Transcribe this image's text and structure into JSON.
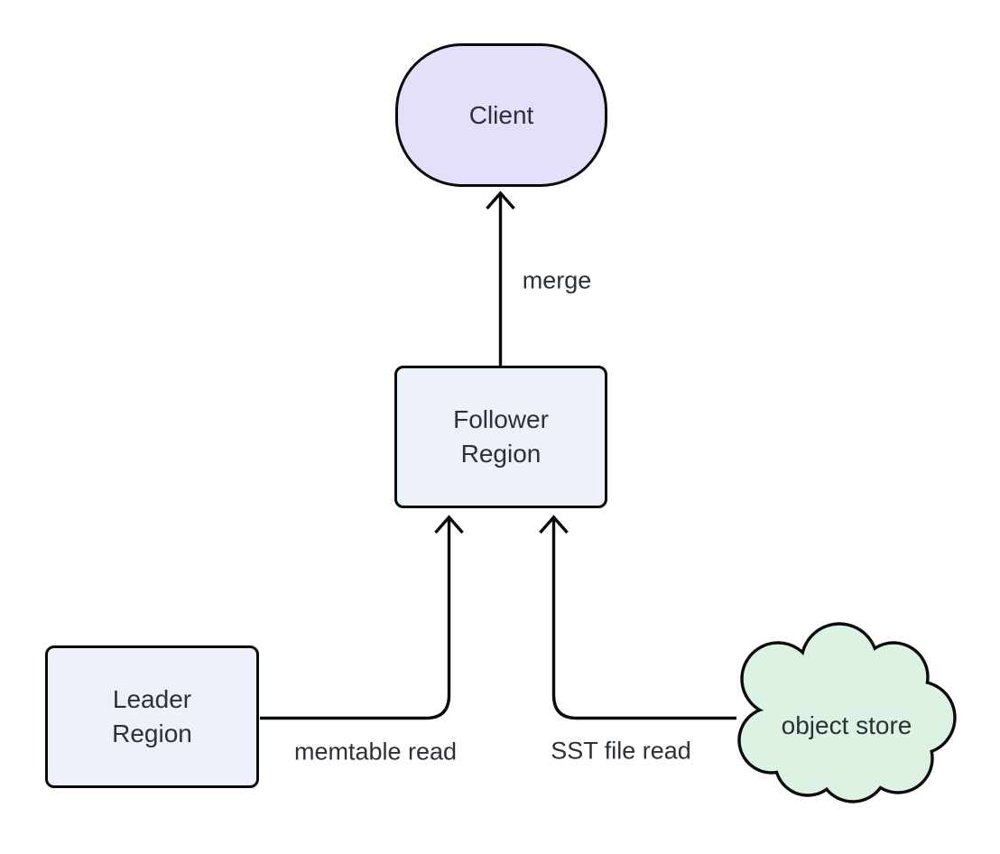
{
  "diagram": {
    "background_color": "#ffffff",
    "stroke_color": "#0a0a0a",
    "text_color": "#2b3139",
    "nodes": {
      "client": {
        "label": "Client",
        "shape": "stadium",
        "fill": "#e6dff9"
      },
      "follower_region": {
        "lines": [
          "Follower",
          "Region"
        ],
        "shape": "rectangle",
        "fill": "#ecf1fa"
      },
      "leader_region": {
        "lines": [
          "Leader",
          "Region"
        ],
        "shape": "rectangle",
        "fill": "#ecf1fa"
      },
      "object_store": {
        "label": "object store",
        "shape": "cloud",
        "fill": "#dcf2e2"
      }
    },
    "edges": [
      {
        "from": "Follower Region",
        "to": "Client",
        "label": "merge"
      },
      {
        "from": "Leader Region",
        "to": "Follower Region",
        "label": "memtable read"
      },
      {
        "from": "object store",
        "to": "Follower Region",
        "label": "SST file read"
      }
    ]
  }
}
